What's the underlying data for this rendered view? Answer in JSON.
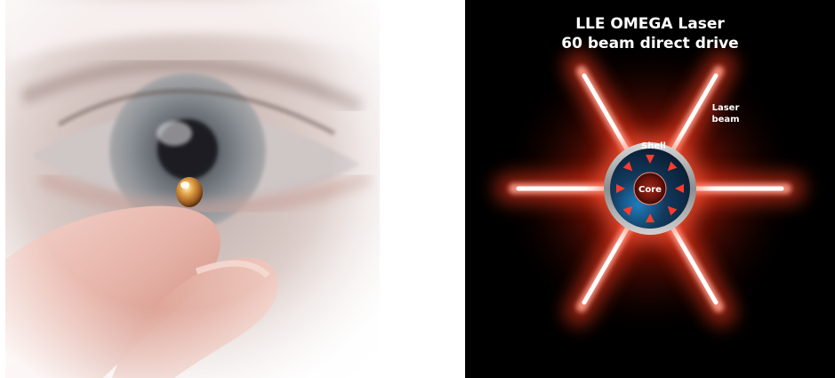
{
  "photo": {
    "subject": "fingertip-holding-fuel-capsule-in-front-of-eye"
  },
  "diagram": {
    "title_line1": "LLE OMEGA Laser",
    "title_line2": "60 beam direct drive",
    "label_laser_line1": "Laser",
    "label_laser_line2": "beam",
    "label_shell": "Shell",
    "label_core": "Core",
    "colors": {
      "background": "#000000",
      "beam_glow": "#ff3a1e",
      "beam_core": "#ffffff",
      "shell": "#1a4f7a",
      "core": "#8a1a10",
      "arrow": "#ff3b2b"
    }
  }
}
